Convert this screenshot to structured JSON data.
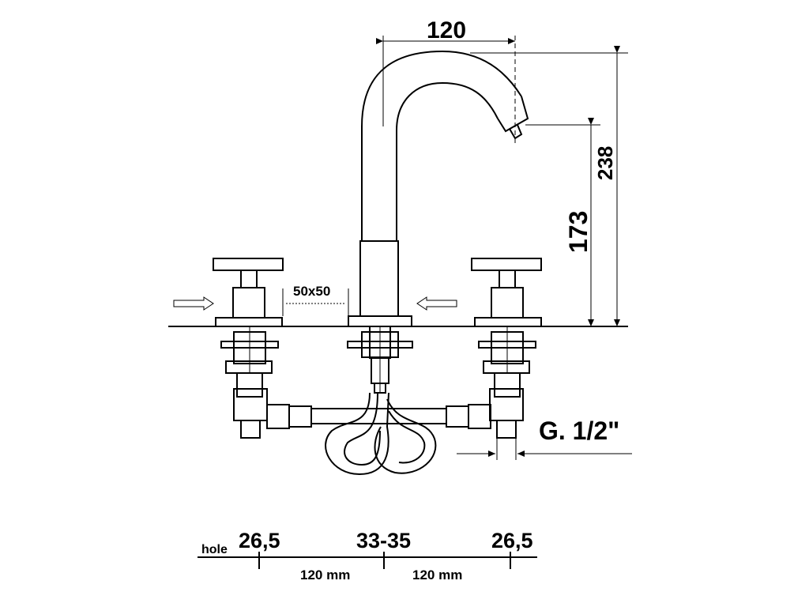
{
  "dimensions": {
    "spout_reach": "120",
    "total_height": "238",
    "spout_height": "173",
    "plate_size": "50x50",
    "thread": "G. 1/2\""
  },
  "hole_scale": {
    "label": "hole",
    "left_hole": "26,5",
    "center_hole": "33-35",
    "right_hole": "26,5",
    "left_spacing": "120 mm",
    "right_spacing": "120 mm"
  }
}
